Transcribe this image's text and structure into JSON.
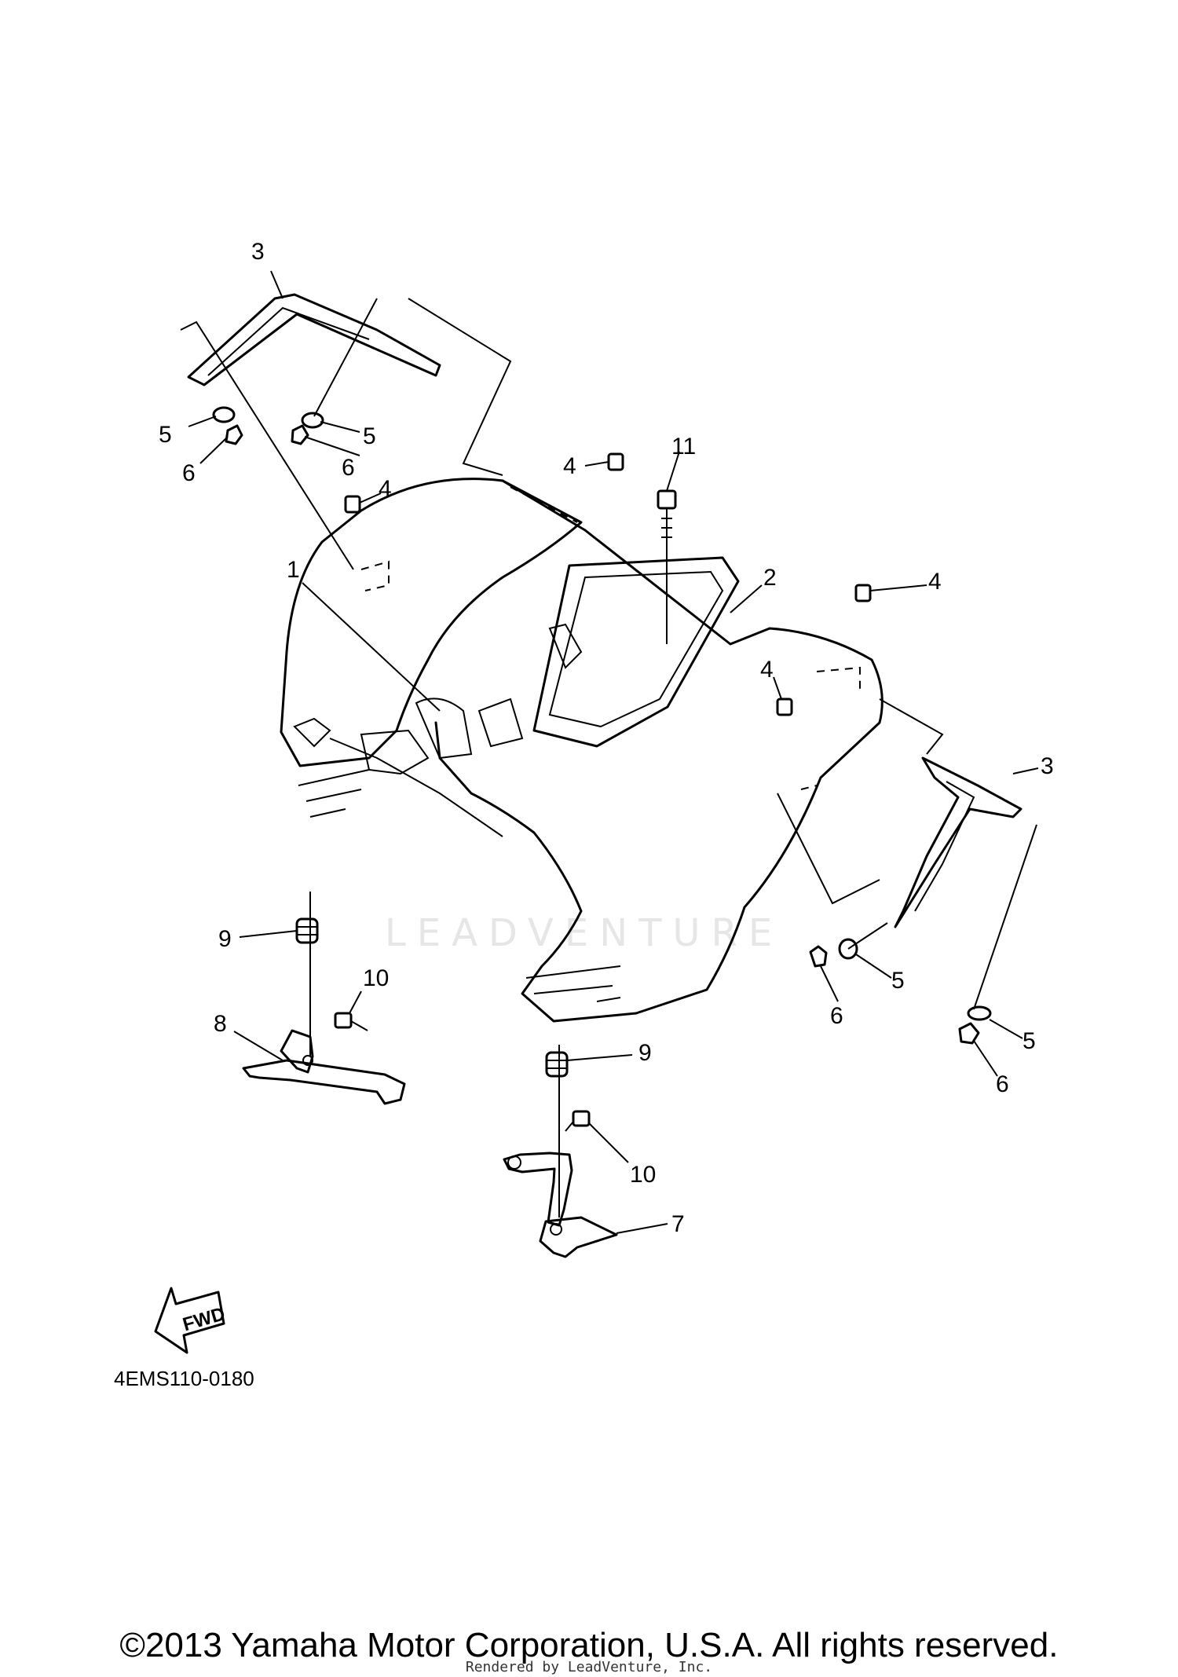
{
  "diagram": {
    "callouts": {
      "c1": "1",
      "c2": "2",
      "c3a": "3",
      "c3b": "3",
      "c4a": "4",
      "c4b": "4",
      "c4c": "4",
      "c4d": "4",
      "c5a": "5",
      "c5b": "5",
      "c5c": "5",
      "c5d": "5",
      "c6a": "6",
      "c6b": "6",
      "c6c": "6",
      "c6d": "6",
      "c7": "7",
      "c8": "8",
      "c9a": "9",
      "c9b": "9",
      "c10a": "10",
      "c10b": "10",
      "c11": "11"
    },
    "fwd_label": "FWD",
    "diagram_code": "4EMS110-0180"
  },
  "watermark": "LEADVENTURE",
  "footer": {
    "copyright": "©2013 Yamaha Motor Corporation, U.S.A. All rights reserved.",
    "rendered_by": "Rendered by LeadVenture, Inc."
  }
}
